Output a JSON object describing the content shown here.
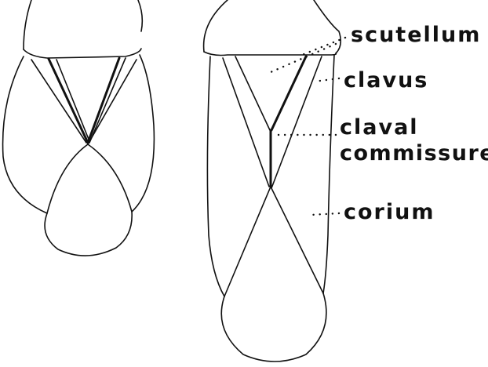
{
  "diagram": {
    "labels": {
      "scutellum": "scutellum",
      "clavus": "clavus",
      "claval_commissure_line1": "claval",
      "claval_commissure_line2": "commissure",
      "corium": "corium"
    },
    "colors": {
      "ink": "#111111",
      "background": "#ffffff"
    }
  }
}
